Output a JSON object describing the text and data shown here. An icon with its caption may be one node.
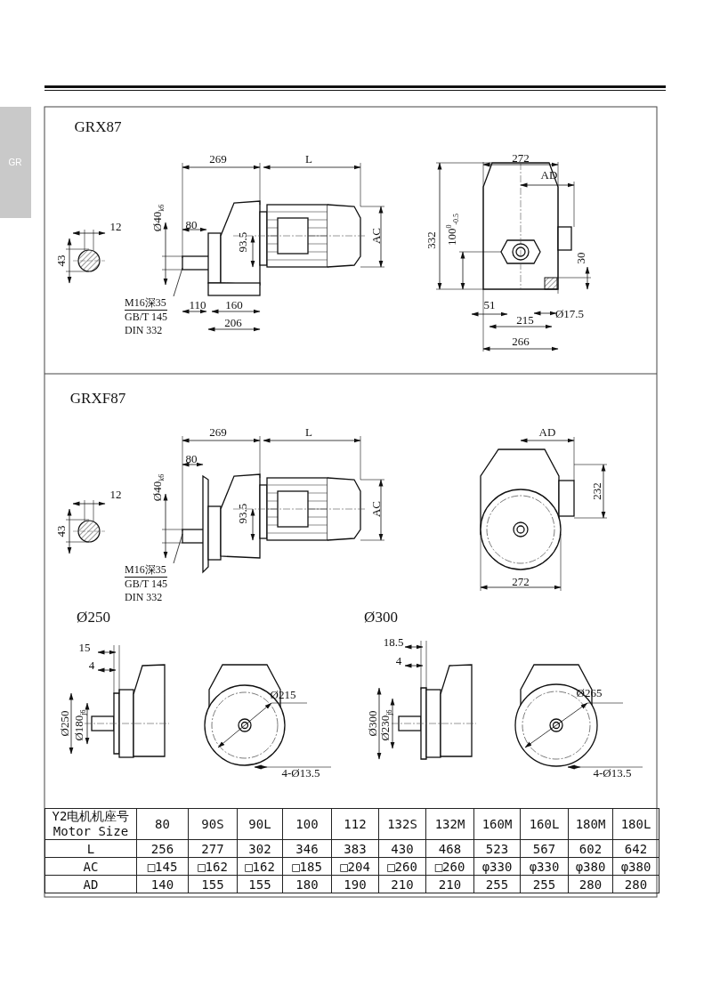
{
  "diagram": {
    "nodes": [
      {
        "text": [
          "M16深35",
          "GB/T 145",
          "DIN 332"
        ]
      },
      {
        "text": [
          "M16深35",
          "GB/T 145",
          "DIN 332"
        ]
      }
    ],
    "edges": [
      {
        "from": 0,
        "to": null,
        "arrow": "none"
      },
      {
        "from": 1,
        "to": null,
        "arrow": "none"
      }
    ],
    "labels": [
      "GR",
      "GRX87",
      "269",
      "L",
      "272",
      "AD",
      "Ø40$_{k6}$",
      "12",
      "80",
      "93.5",
      "AC",
      "332",
      "100$^{0}$$_{-0.5}$",
      "43",
      "30",
      "110",
      "160",
      "51",
      "215",
      "Ø17.5",
      "206",
      "266",
      "GRXF87",
      "269",
      "L",
      "AD",
      "80",
      "Ø40$_{k6}$",
      "12",
      "93.5",
      "AC",
      "232",
      "43",
      "272",
      "Ø250",
      "Ø300",
      "15",
      "18.5",
      "4",
      "4",
      "Ø215",
      "Ø265",
      "Ø250",
      "Ø180$_{j6}$",
      "Ø300",
      "Ø230$_{j6}$",
      "4-Ø13.5",
      "4-Ø13.5",
      "Y2电机机座号 Motor Size",
      "80",
      "90S",
      "90L",
      "100",
      "112",
      "132S",
      "132M",
      "160M",
      "160L",
      "180M",
      "180L",
      "L",
      "256",
      "277",
      "302",
      "346",
      "383",
      "430",
      "468",
      "523",
      "567",
      "602",
      "642",
      "AC",
      "□145",
      "□162",
      "□162",
      "□185",
      "□204",
      "□260",
      "□260",
      "φ330",
      "φ330",
      "φ380",
      "φ380",
      "AD",
      "140",
      "155",
      "155",
      "180",
      "190",
      "210",
      "210",
      "255",
      "255",
      "280",
      "280"
    ]
  }
}
